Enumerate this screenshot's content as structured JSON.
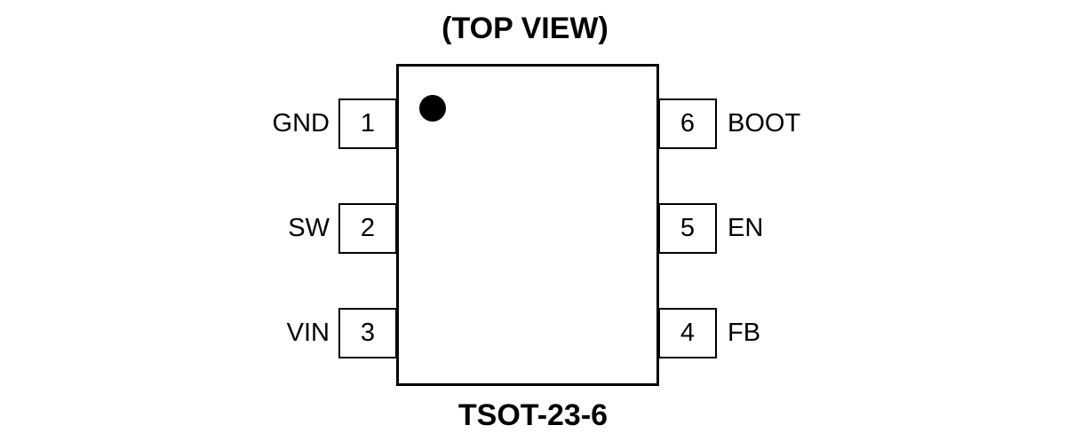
{
  "title": "(TOP VIEW)",
  "package": {
    "name": "TSOT-23-6",
    "type": "ic-pinout-diagram"
  },
  "pins": {
    "left": [
      {
        "number": "1",
        "label": "GND"
      },
      {
        "number": "2",
        "label": "SW"
      },
      {
        "number": "3",
        "label": "VIN"
      }
    ],
    "right": [
      {
        "number": "6",
        "label": "BOOT"
      },
      {
        "number": "5",
        "label": "EN"
      },
      {
        "number": "4",
        "label": "FB"
      }
    ]
  },
  "marker": {
    "description": "pin-1 indicator dot",
    "color": "#000000"
  },
  "colors": {
    "line": "#000000",
    "background": "#ffffff",
    "text": "#000000"
  }
}
